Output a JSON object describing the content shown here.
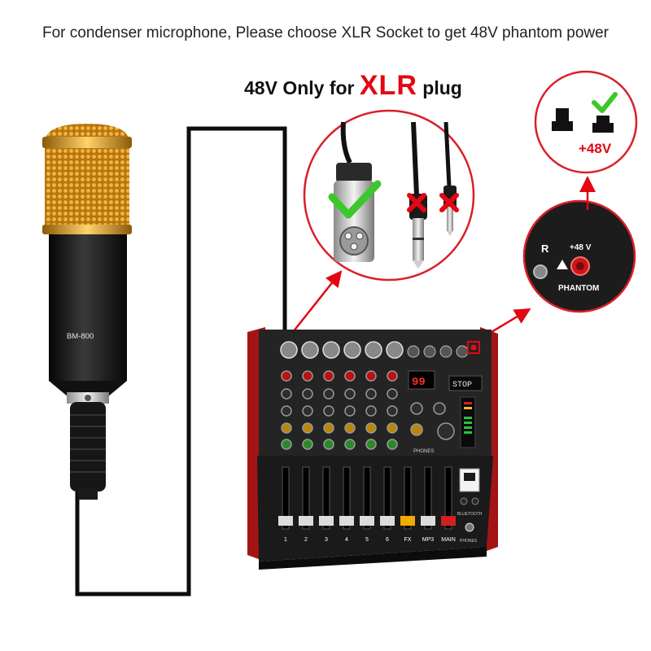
{
  "caption": "For condenser microphone, Please choose XLR Socket to get 48V phantom power",
  "headline": {
    "prefix": "48V Only for ",
    "highlight": "XLR",
    "suffix": " plug"
  },
  "microphone": {
    "model": "BM-800"
  },
  "phantom_detail": {
    "channel": "R",
    "voltage": "+48 V",
    "label": "PHANTOM"
  },
  "switch_callout": {
    "label": "+48V"
  },
  "mixer": {
    "display_value": "99",
    "display_text": "STOP",
    "channel_labels": [
      "1",
      "2",
      "3",
      "4",
      "5",
      "6",
      "FX",
      "MP3",
      "MAIN"
    ],
    "bluetooth_label": "BLUETOOTH",
    "phones_label": "PHONES"
  },
  "colors": {
    "accent_red": "#e30613",
    "check_green": "#3cc82a",
    "mic_gold": "#d89a1c"
  }
}
